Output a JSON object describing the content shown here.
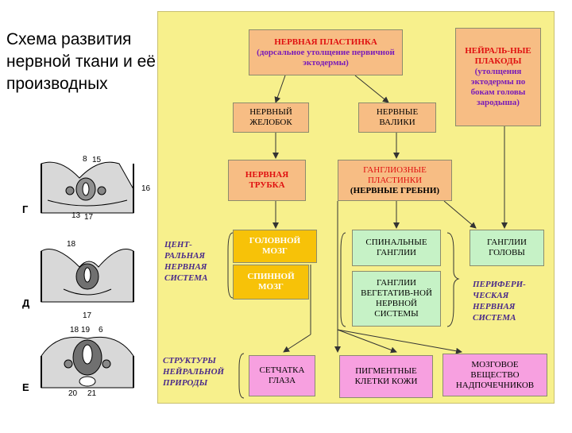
{
  "title": "Схема развития нервной ткани и её производных",
  "sketches": {
    "letters": [
      "Г",
      "Д",
      "Е"
    ],
    "numbers": [
      "8",
      "15",
      "16",
      "13",
      "17",
      "18",
      "17",
      "18",
      "19",
      "6",
      "20",
      "21"
    ]
  },
  "boxes": {
    "neural_plate": {
      "title": "НЕРВНАЯ ПЛАСТИНКА",
      "sub": "(дорсальное утолщение первичной эктодермы)"
    },
    "placodes": {
      "title": "НЕЙРАЛЬ-НЫЕ ПЛАКОДЫ",
      "sub": "(утолщения эктодермы по бокам головы зародыша)"
    },
    "groove": "НЕРВНЫЙ ЖЕЛОБОК",
    "folds": "НЕРВНЫЕ ВАЛИКИ",
    "tube": "НЕРВНАЯ ТРУБКА",
    "crest": {
      "title": "ГАНГЛИОЗНЫЕ ПЛАСТИНКИ",
      "sub": "(НЕРВНЫЕ ГРЕБНИ)"
    },
    "brain": "ГОЛОВНОЙ МОЗГ",
    "cord": "СПИННОЙ МОЗГ",
    "spinal_ganglia": "СПИНАЛЬНЫЕ ГАНГЛИИ",
    "autonomic_ganglia": "ГАНГЛИИ ВЕГЕТАТИВ-НОЙ НЕРВНОЙ СИСТЕМЫ",
    "head_ganglia": "ГАНГЛИИ ГОЛОВЫ",
    "retina": "СЕТЧАТКА ГЛАЗА",
    "pigment": "ПИГМЕНТНЫЕ КЛЕТКИ КОЖИ",
    "medulla": "МОЗГОВОЕ ВЕЩЕСТВО НАДПОЧЕЧНИКОВ"
  },
  "labels": {
    "cns": "ЦЕНТ-РАЛЬНАЯ НЕРВНАЯ СИСТЕМА",
    "pns": "ПЕРИФЕРИ-ЧЕСКАЯ НЕРВНАЯ СИСТЕМА",
    "neural_structures": "СТРУКТУРЫ НЕЙРАЛЬНОЙ ПРИРОДЫ"
  },
  "colors": {
    "panel": "#f7f08c",
    "salmon": "#f7bd84",
    "green": "#c6f2c6",
    "gold": "#f7c208",
    "pink": "#f7a0e0",
    "red_text": "#e01010",
    "purple_text": "#7a1cb8"
  }
}
